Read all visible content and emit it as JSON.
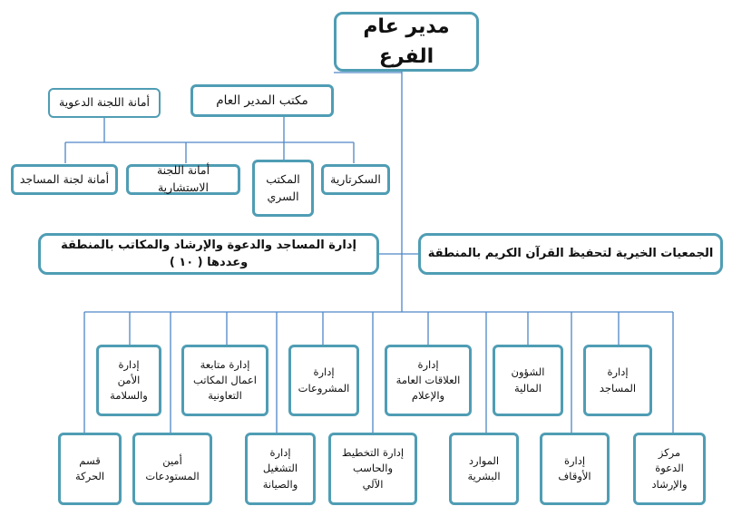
{
  "colors": {
    "border": "#4f9db4",
    "line": "#4f86c6",
    "text": "#111111"
  },
  "chart": {
    "root": "مدير عام الفرع",
    "office": "مكتب المدير العام",
    "office_children": {
      "dawah_committee": "أمانة اللجنة الدعوية",
      "mosques_committee": "أمانة لجنة المساجد",
      "advisory_committee": "أمانة اللجنة الاستشارية",
      "secret_office": "المكتب\nالسري",
      "secretariat": "السكرتارية"
    },
    "quran_societies": "الجمعيات الخيرية لتحفيظ القرآن الكريم بالمنطقة",
    "mosques_admin_offices": "إدارة المساجد والدعوة والإرشاد والمكاتب بالمنطقة وعددها ( ١٠ )",
    "upper_departments": {
      "mosques": "إدارة\nالمساجد",
      "finance": "الشؤون\nالمالية",
      "public_relations": "إدارة\nالعلاقات العامة\nوالإعلام",
      "projects": "إدارة\nالمشروعات",
      "coop_offices": "إدارة متابعة\nاعمال المكاتب\nالتعاونية",
      "security": "إدارة\nالأمن\nوالسلامة"
    },
    "lower_departments": {
      "dawah_center": "مركز\nالدعوة\nوالإرشاد",
      "awqaf": "إدارة\nالأوقاف",
      "hr": "الموارد\nالبشرية",
      "planning_it": "إدارة التخطيط\nوالحاسب\nالآلي",
      "operations": "إدارة\nالتشغيل\nوالصيانة",
      "warehouses": "أمين\nالمستودعات",
      "transport": "قسم\nالحركة"
    }
  }
}
